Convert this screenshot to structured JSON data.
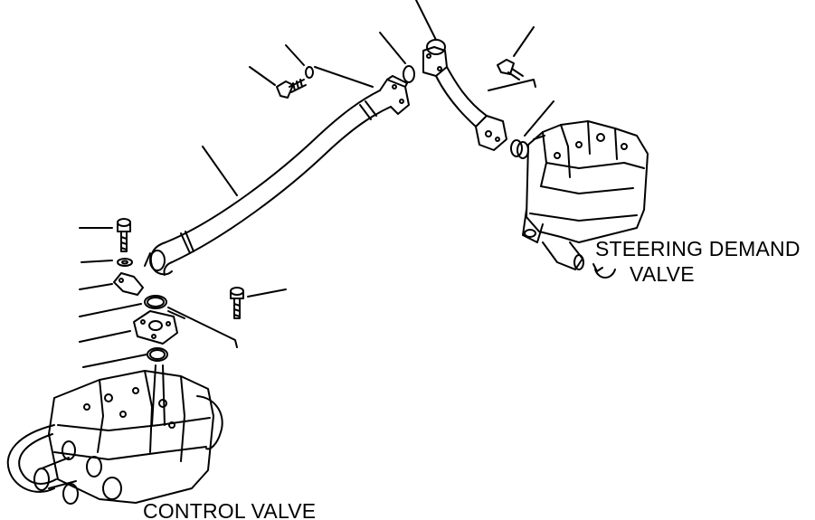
{
  "labels": {
    "steering_line1": "STEERING DEMAND",
    "steering_line2": "VALVE",
    "control_valve": "CONTROL VALVE"
  },
  "colors": {
    "line": "#000000",
    "background": "#ffffff"
  }
}
